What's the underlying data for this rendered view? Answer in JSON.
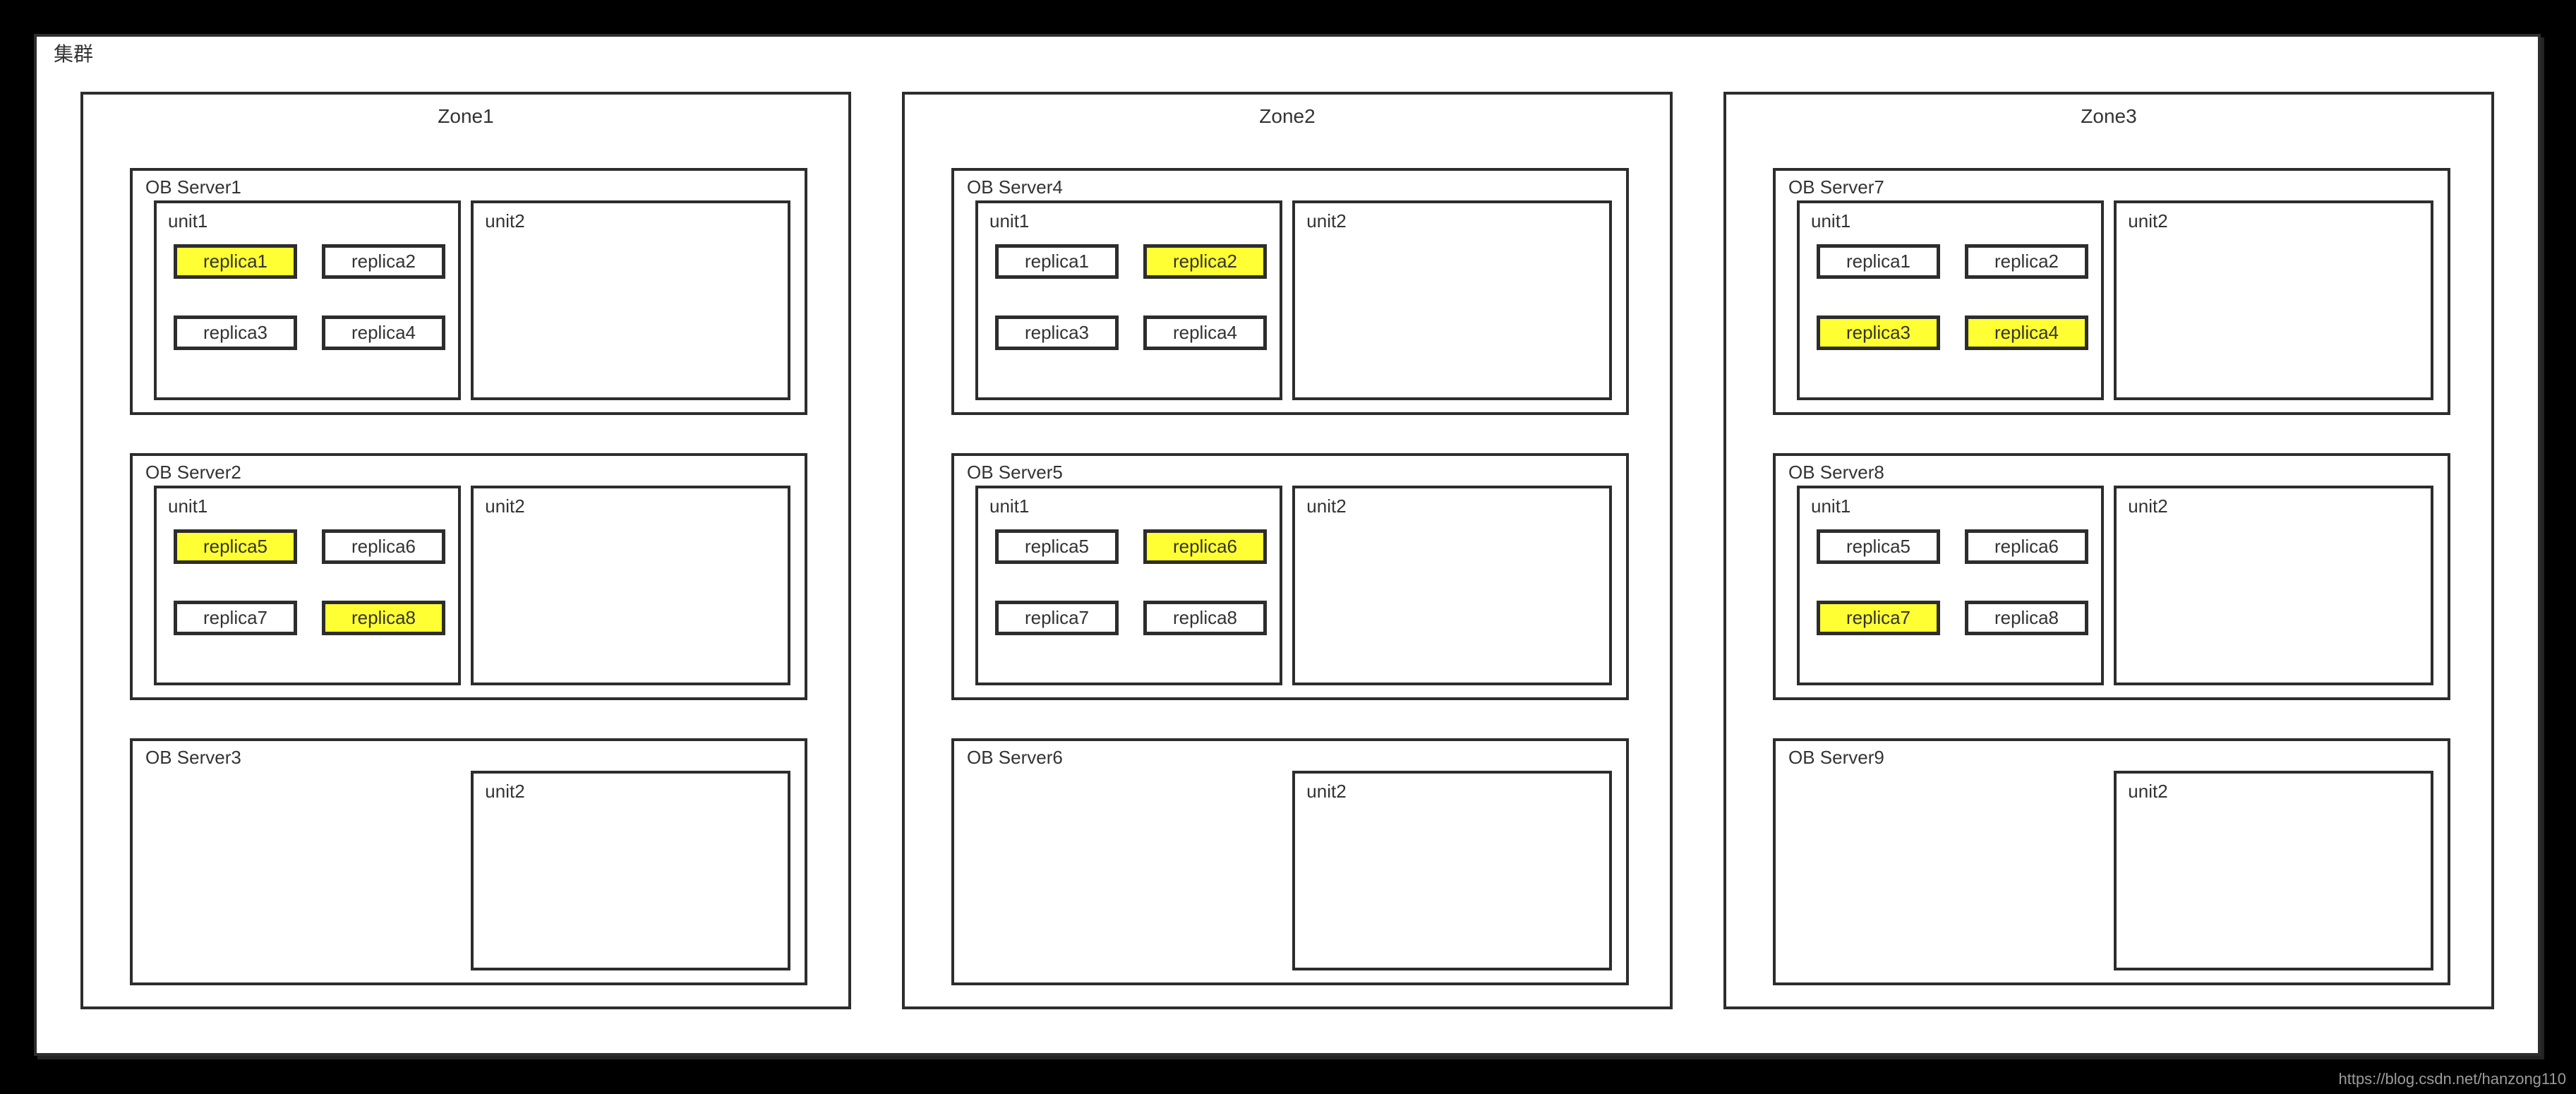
{
  "page": {
    "cluster_label": "集群",
    "watermark": "https://blog.csdn.net/hanzong110"
  },
  "colors": {
    "highlight": "#FFFF33",
    "border": "#2D2D2D",
    "text": "#333333",
    "canvas_bg": "#000000",
    "page_bg": "#FFFFFF",
    "watermark_text": "#9B9B9B"
  },
  "zones": [
    {
      "label": "Zone1",
      "servers": [
        {
          "label": "OB Server1",
          "units": [
            {
              "label": "unit1",
              "replicas": [
                {
                  "label": "replica1",
                  "highlighted": true
                },
                {
                  "label": "replica2",
                  "highlighted": false
                },
                {
                  "label": "replica3",
                  "highlighted": false
                },
                {
                  "label": "replica4",
                  "highlighted": false
                }
              ]
            },
            {
              "label": "unit2",
              "replicas": []
            }
          ]
        },
        {
          "label": "OB Server2",
          "units": [
            {
              "label": "unit1",
              "replicas": [
                {
                  "label": "replica5",
                  "highlighted": true
                },
                {
                  "label": "replica6",
                  "highlighted": false
                },
                {
                  "label": "replica7",
                  "highlighted": false
                },
                {
                  "label": "replica8",
                  "highlighted": true
                }
              ]
            },
            {
              "label": "unit2",
              "replicas": []
            }
          ]
        },
        {
          "label": "OB Server3",
          "units": [
            {
              "label": "unit2",
              "replicas": []
            }
          ]
        }
      ]
    },
    {
      "label": "Zone2",
      "servers": [
        {
          "label": "OB Server4",
          "units": [
            {
              "label": "unit1",
              "replicas": [
                {
                  "label": "replica1",
                  "highlighted": false
                },
                {
                  "label": "replica2",
                  "highlighted": true
                },
                {
                  "label": "replica3",
                  "highlighted": false
                },
                {
                  "label": "replica4",
                  "highlighted": false
                }
              ]
            },
            {
              "label": "unit2",
              "replicas": []
            }
          ]
        },
        {
          "label": "OB Server5",
          "units": [
            {
              "label": "unit1",
              "replicas": [
                {
                  "label": "replica5",
                  "highlighted": false
                },
                {
                  "label": "replica6",
                  "highlighted": true
                },
                {
                  "label": "replica7",
                  "highlighted": false
                },
                {
                  "label": "replica8",
                  "highlighted": false
                }
              ]
            },
            {
              "label": "unit2",
              "replicas": []
            }
          ]
        },
        {
          "label": "OB Server6",
          "units": [
            {
              "label": "unit2",
              "replicas": []
            }
          ]
        }
      ]
    },
    {
      "label": "Zone3",
      "servers": [
        {
          "label": "OB Server7",
          "units": [
            {
              "label": "unit1",
              "replicas": [
                {
                  "label": "replica1",
                  "highlighted": false
                },
                {
                  "label": "replica2",
                  "highlighted": false
                },
                {
                  "label": "replica3",
                  "highlighted": true
                },
                {
                  "label": "replica4",
                  "highlighted": true
                }
              ]
            },
            {
              "label": "unit2",
              "replicas": []
            }
          ]
        },
        {
          "label": "OB Server8",
          "units": [
            {
              "label": "unit1",
              "replicas": [
                {
                  "label": "replica5",
                  "highlighted": false
                },
                {
                  "label": "replica6",
                  "highlighted": false
                },
                {
                  "label": "replica7",
                  "highlighted": true
                },
                {
                  "label": "replica8",
                  "highlighted": false
                }
              ]
            },
            {
              "label": "unit2",
              "replicas": []
            }
          ]
        },
        {
          "label": "OB Server9",
          "units": [
            {
              "label": "unit2",
              "replicas": []
            }
          ]
        }
      ]
    }
  ]
}
